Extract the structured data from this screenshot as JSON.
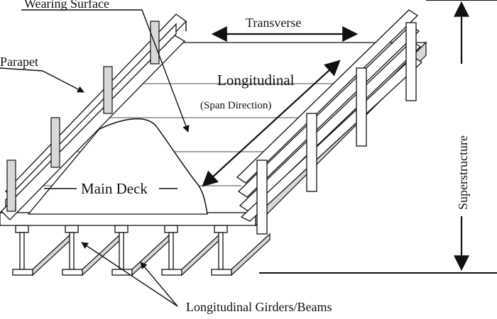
{
  "labels": {
    "wearing_surface": "Wearing Surface",
    "parapet": "Parapet",
    "transverse": "Transverse",
    "longitudinal": "Longitudinal",
    "span_direction": "(Span Direction)",
    "main_deck": "Main Deck",
    "longitudinal_girders": "Longitudinal Girders/Beams",
    "superstructure": "Superstructure"
  }
}
